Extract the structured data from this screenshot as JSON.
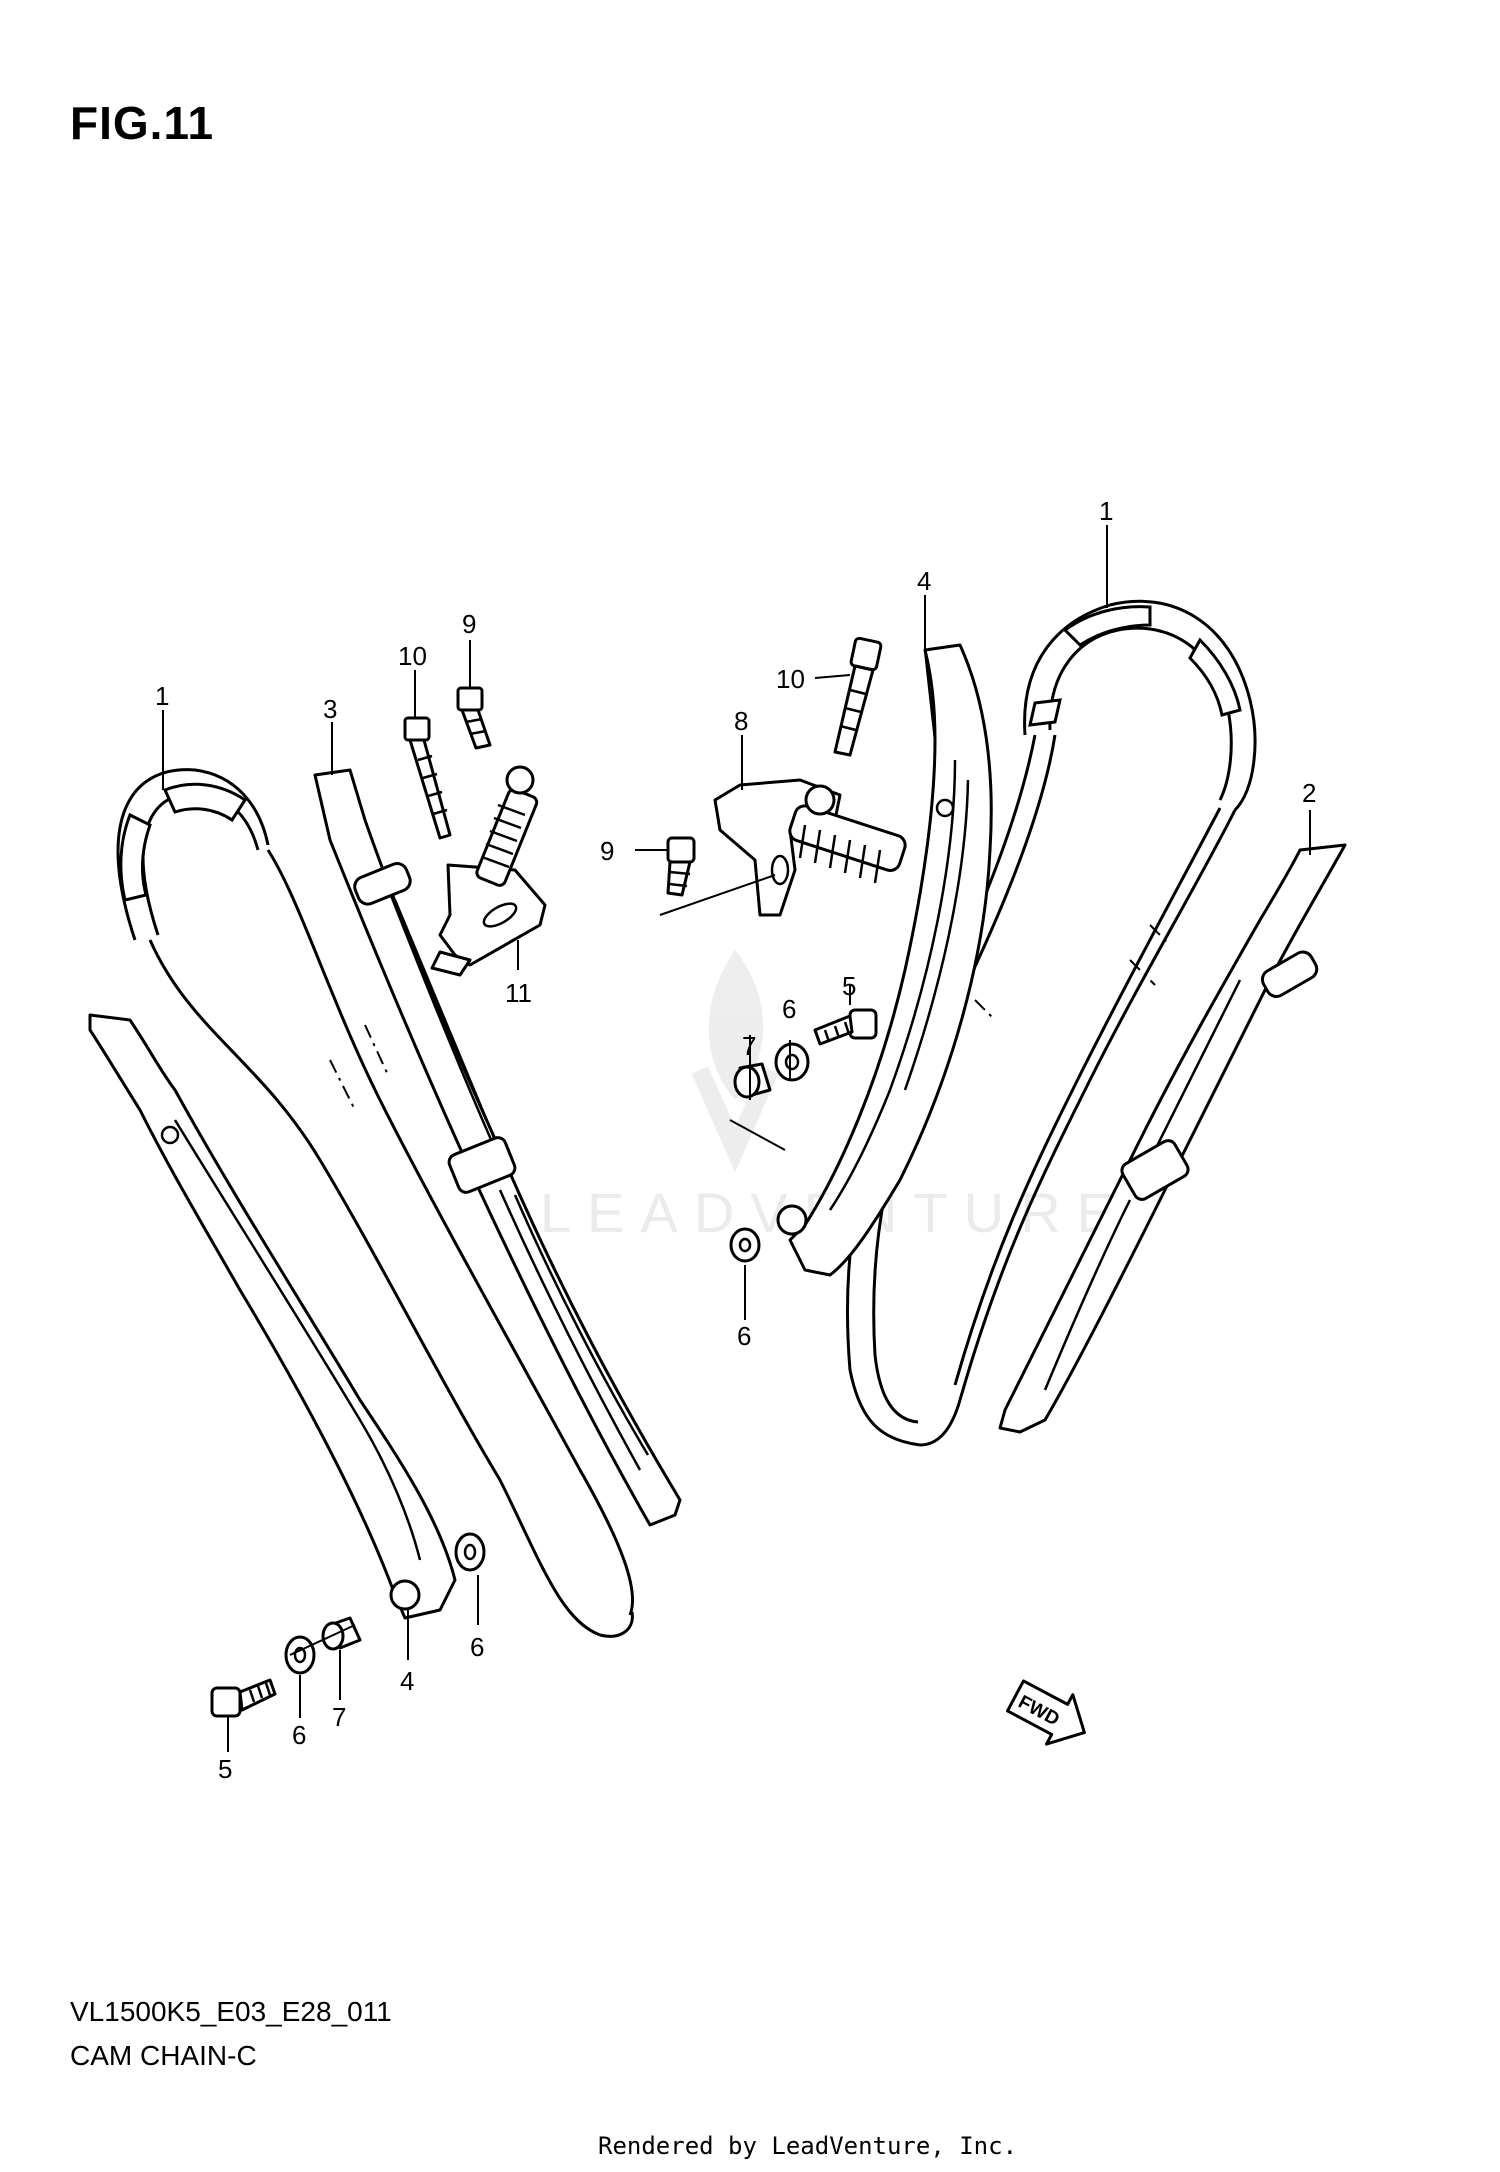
{
  "figure": {
    "title": "FIG.11",
    "model_code": "VL1500K5_E03_E28_011",
    "caption": "CAM CHAIN-C",
    "render_credit": "Rendered by LeadVenture, Inc.",
    "watermark": "LEADVENTURE"
  },
  "fwd_badge": {
    "label": "FWD"
  },
  "callouts": {
    "left_chain": "1",
    "left_guide_3": "3",
    "left_bolt_10": "10",
    "left_bolt_9": "9",
    "left_tensioner_11": "11",
    "left_guide_4": "4",
    "left_washer_6a": "6",
    "left_bolt_5": "5",
    "left_washer_6b": "6",
    "left_spacer_7": "7",
    "right_chain": "1",
    "right_guide_4": "4",
    "right_bolt_10": "10",
    "right_tensioner_8": "8",
    "right_bolt_9": "9",
    "right_spacer_7": "7",
    "right_washer_6a": "6",
    "right_bolt_5": "5",
    "right_washer_6b": "6",
    "right_guide_2": "2"
  }
}
